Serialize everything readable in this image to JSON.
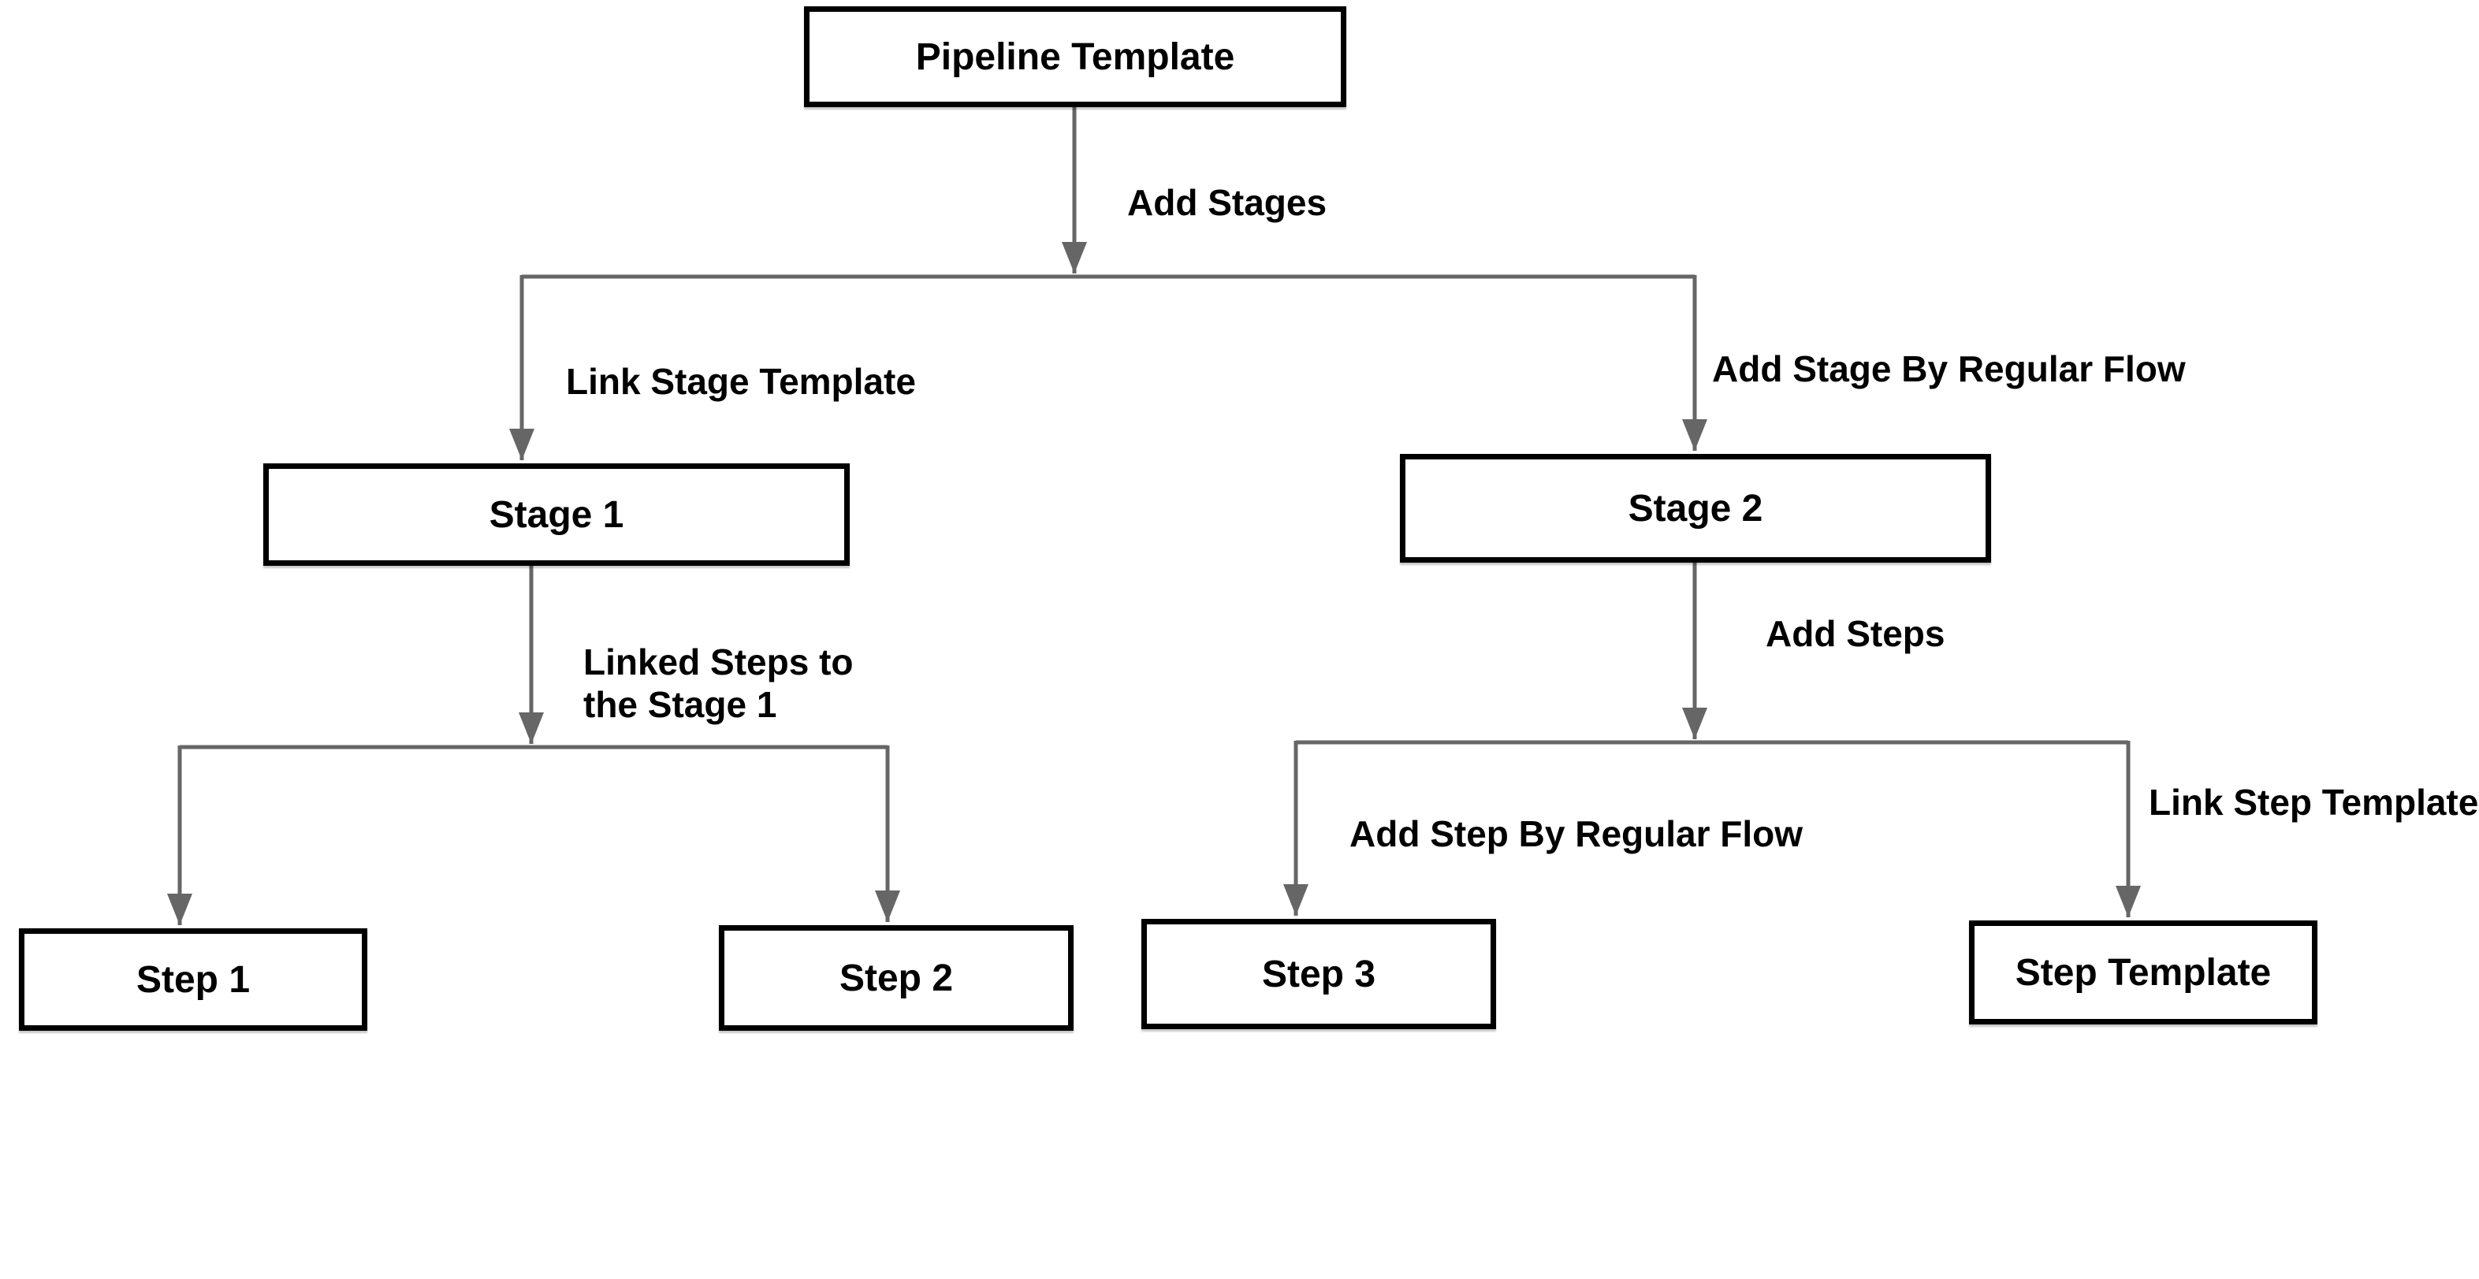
{
  "diagram": {
    "title": "Pipeline Template flow diagram",
    "colors": {
      "background": "#ffffff",
      "node_fill": "#ffffff",
      "node_border": "#000000",
      "connector": "#666666",
      "label_text": "#000000"
    },
    "nodes": {
      "pipeline_template": {
        "label": "Pipeline Template"
      },
      "stage_1": {
        "label": "Stage 1"
      },
      "stage_2": {
        "label": "Stage 2"
      },
      "step_1": {
        "label": "Step 1"
      },
      "step_2": {
        "label": "Step 2"
      },
      "step_3": {
        "label": "Step 3"
      },
      "step_template": {
        "label": "Step Template"
      }
    },
    "edges": {
      "add_stages": {
        "label": "Add Stages",
        "from": "Pipeline Template",
        "to": "Stage 1, Stage 2"
      },
      "link_stage_template": {
        "label": "Link Stage Template",
        "from": "Pipeline Template",
        "to": "Stage 1"
      },
      "add_stage_by_regular_flow": {
        "label": "Add Stage By Regular Flow",
        "from": "Pipeline Template",
        "to": "Stage 2"
      },
      "linked_steps_to_the_stage_1": {
        "label_lines": [
          "Linked Steps to",
          "the Stage 1"
        ],
        "from": "Stage 1",
        "to": "Step 1, Step 2"
      },
      "add_steps": {
        "label": "Add Steps",
        "from": "Stage 2",
        "to": "Step 3, Step Template"
      },
      "add_step_by_regular_flow": {
        "label": "Add Step By Regular Flow",
        "from": "Stage 2",
        "to": "Step 3"
      },
      "link_step_template": {
        "label": "Link Step Template",
        "from": "Stage 2",
        "to": "Step Template"
      }
    }
  }
}
